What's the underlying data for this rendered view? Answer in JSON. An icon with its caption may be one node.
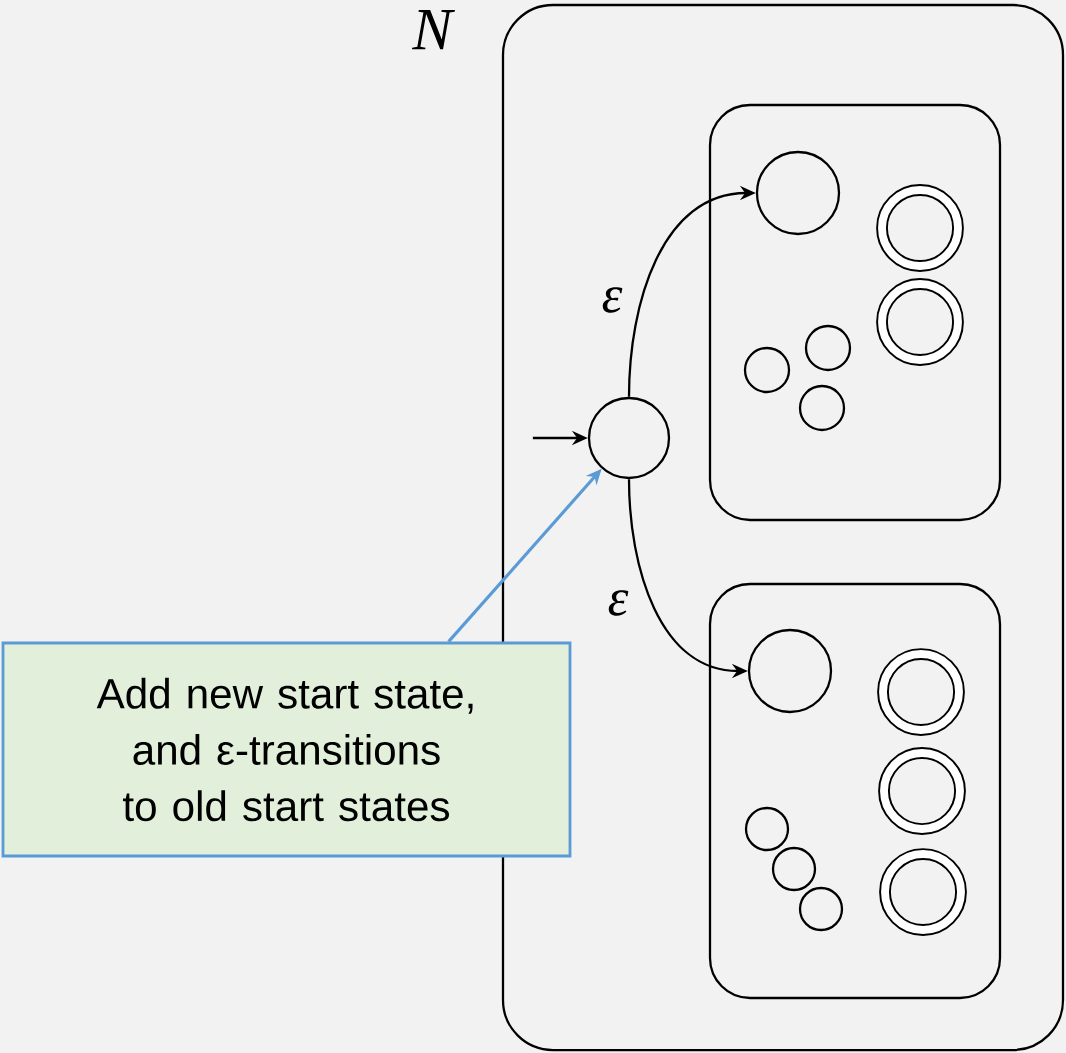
{
  "diagram": {
    "nodes": [
      {
        "text": [
          "N"
        ]
      },
      {
        "text": [],
        "shape": "circle",
        "in": 0
      },
      {
        "text": [],
        "shape": "box",
        "in": 0
      },
      {
        "text": [],
        "shape": "circle",
        "in": 2
      },
      {
        "text": [],
        "shape": "ring",
        "in": 2
      },
      {
        "text": [],
        "shape": "ring",
        "in": 2
      },
      {
        "text": [],
        "shape": "circle",
        "in": 2
      },
      {
        "text": [],
        "shape": "circle",
        "in": 2
      },
      {
        "text": [],
        "shape": "circle",
        "in": 2
      },
      {
        "text": [],
        "shape": "box",
        "in": 0
      },
      {
        "text": [],
        "shape": "circle",
        "in": 9
      },
      {
        "text": [],
        "shape": "ring",
        "in": 9
      },
      {
        "text": [],
        "shape": "ring",
        "in": 9
      },
      {
        "text": [],
        "shape": "ring",
        "in": 9
      },
      {
        "text": [],
        "shape": "circle",
        "in": 9
      },
      {
        "text": [],
        "shape": "circle",
        "in": 9
      },
      {
        "text": [],
        "shape": "circle",
        "in": 9
      },
      {
        "text": [
          "Add new start state, and ε-transitions to old start states"
        ]
      }
    ],
    "edges": [
      {
        "from": null,
        "to": 1,
        "arrow": "to"
      },
      {
        "from": 1,
        "to": 3,
        "arrow": "to",
        "label": "ε"
      },
      {
        "from": 1,
        "to": 10,
        "arrow": "to",
        "label": "ε"
      },
      {
        "from": 17,
        "to": 1,
        "arrow": "to",
        "color": "#5b9bd5"
      }
    ]
  }
}
